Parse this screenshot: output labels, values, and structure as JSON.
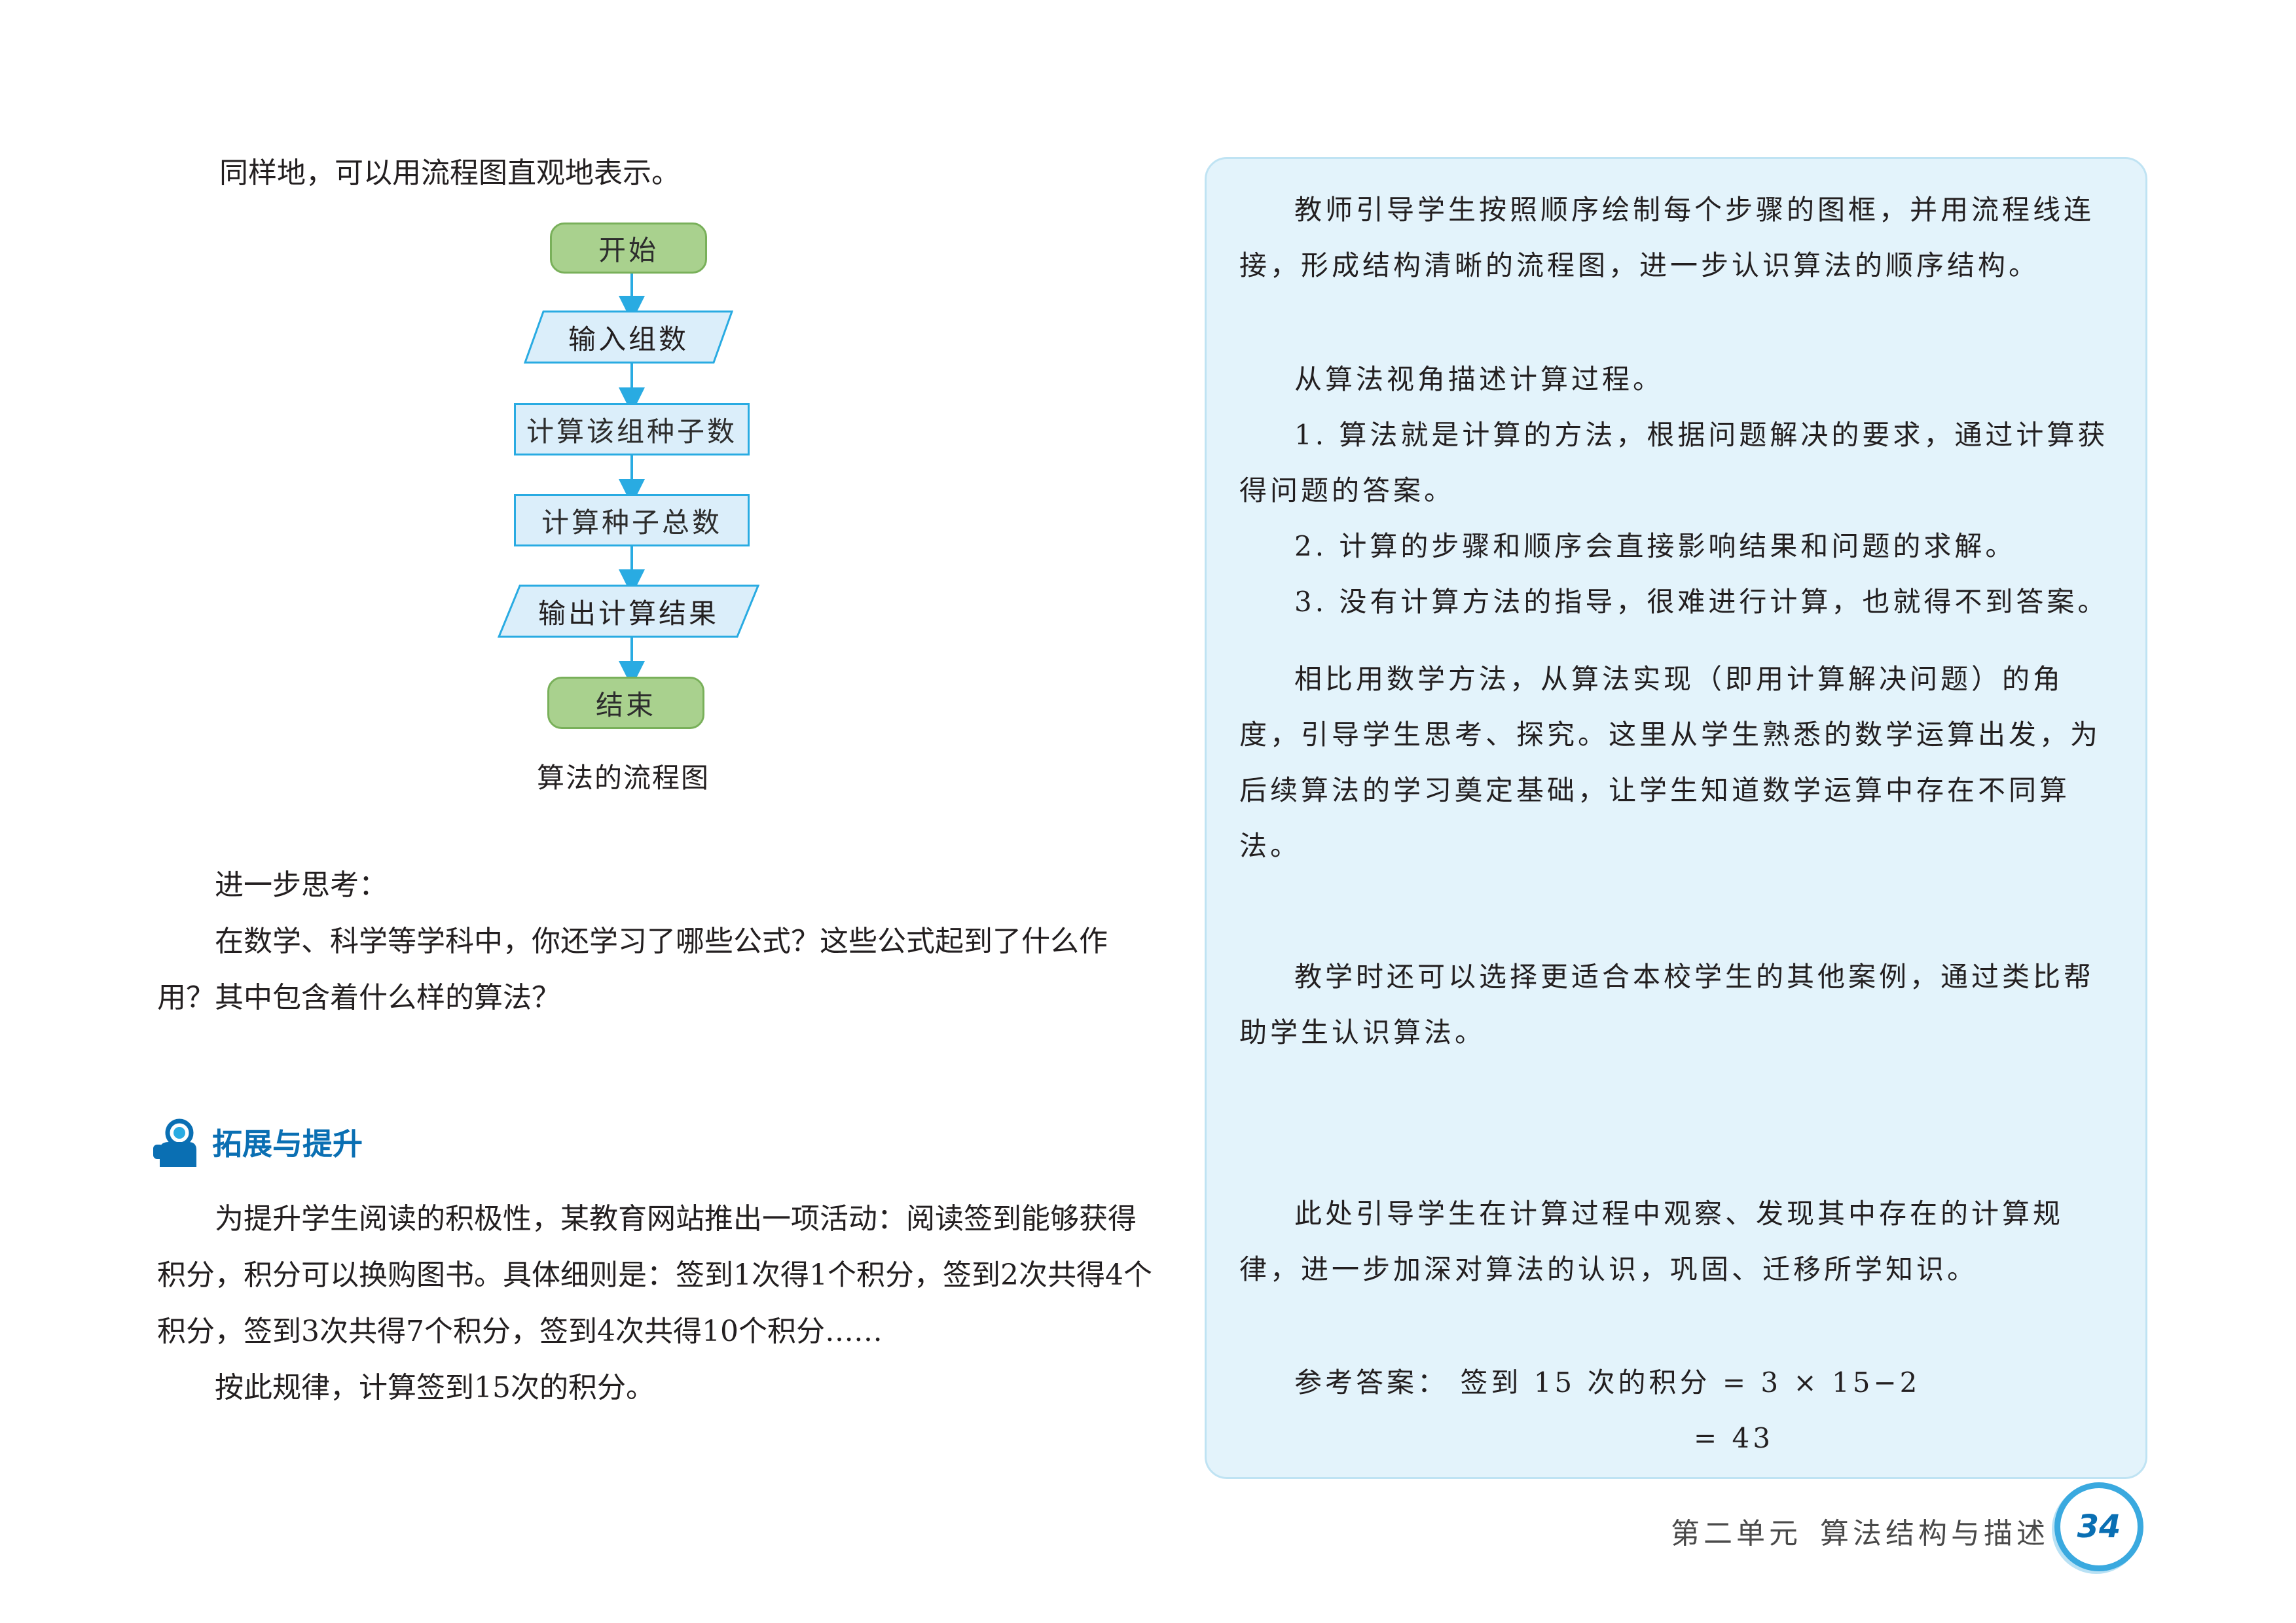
{
  "left": {
    "intro": "同样地，可以用流程图直观地表示。",
    "flowchart": {
      "start": "开始",
      "input": "输入组数",
      "step1": "计算该组种子数",
      "step2": "计算种子总数",
      "output": "输出计算结果",
      "end": "结束",
      "caption": "算法的流程图"
    },
    "think_title": "进一步思考：",
    "think_body": "在数学、科学等学科中，你还学习了哪些公式？这些公式起到了什么作用？其中包含着什么样的算法？",
    "section": {
      "icon": "magnifier-person-icon",
      "title": "拓展与提升"
    },
    "problem_p1": "为提升学生阅读的积极性，某教育网站推出一项活动：阅读签到能够获得积分，积分可以换购图书。具体细则是：签到1次得1个积分，签到2次共得4个积分，签到3次共得7个积分，签到4次共得10个积分……",
    "problem_p2": "按此规律，计算签到15次的积分。"
  },
  "right": {
    "p1": "教师引导学生按照顺序绘制每个步骤的图框，并用流程线连接，形成结构清晰的流程图，进一步认识算法的顺序结构。",
    "p2": "从算法视角描述计算过程。",
    "p3": "1. 算法就是计算的方法，根据问题解决的要求，通过计算获得问题的答案。",
    "p4": "2. 计算的步骤和顺序会直接影响结果和问题的求解。",
    "p5": "3. 没有计算方法的指导，很难进行计算，也就得不到答案。",
    "p6": "相比用数学方法，从算法实现（即用计算解决问题）的角度，引导学生思考、探究。这里从学生熟悉的数学运算出发，为后续算法的学习奠定基础，让学生知道数学运算中存在不同算法。",
    "p7": "教学时还可以选择更适合本校学生的其他案例，通过类比帮助学生认识算法。",
    "p8": "此处引导学生在计算过程中观察、发现其中存在的计算规律，进一步加深对算法的认识，巩固、迁移所学知识。",
    "answer_line1": "参考答案：  签到 15 次的积分 = 3 × 15−2",
    "answer_line2": "= 43"
  },
  "footer": {
    "unit": "第二单元",
    "topic": "算法结构与描述",
    "page": "34"
  },
  "colors": {
    "panel_bg": "#e3f3fb",
    "accent": "#29abe2",
    "terminal": "#a9d18e",
    "heading": "#0a6fb3"
  }
}
